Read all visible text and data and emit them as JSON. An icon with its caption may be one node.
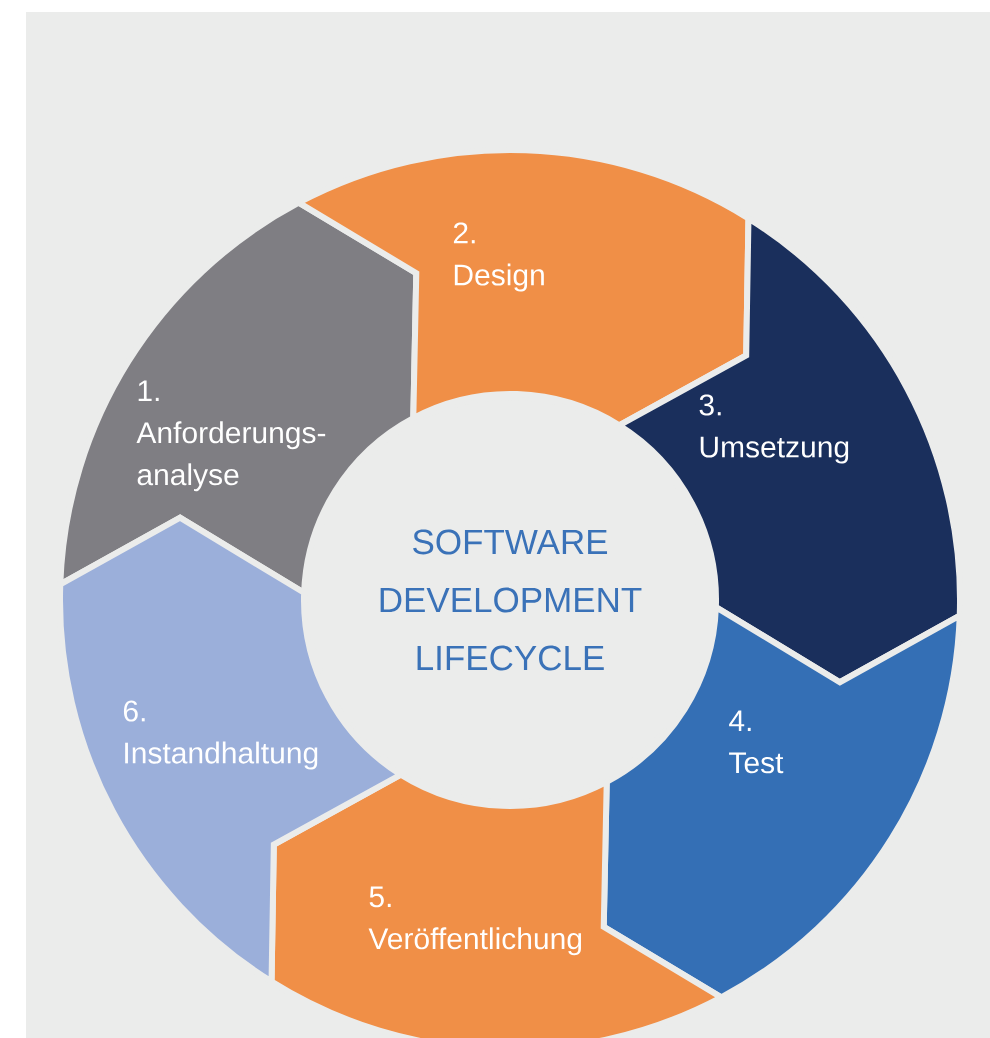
{
  "diagram": {
    "nodes": [
      {
        "text": [
          "1.",
          "Anforderungs- analyse"
        ]
      },
      {
        "text": [
          "2.",
          "Design"
        ]
      },
      {
        "text": [
          "3.",
          "Umsetzung"
        ]
      },
      {
        "text": [
          "4.",
          "Test"
        ]
      },
      {
        "text": [
          "5.",
          "Veröffentlichung"
        ]
      },
      {
        "text": [
          "6.",
          "Instandhaltung"
        ]
      },
      {
        "text": [
          "SOFTWARE DEVELOPMENT LIFECYCLE"
        ]
      }
    ]
  }
}
